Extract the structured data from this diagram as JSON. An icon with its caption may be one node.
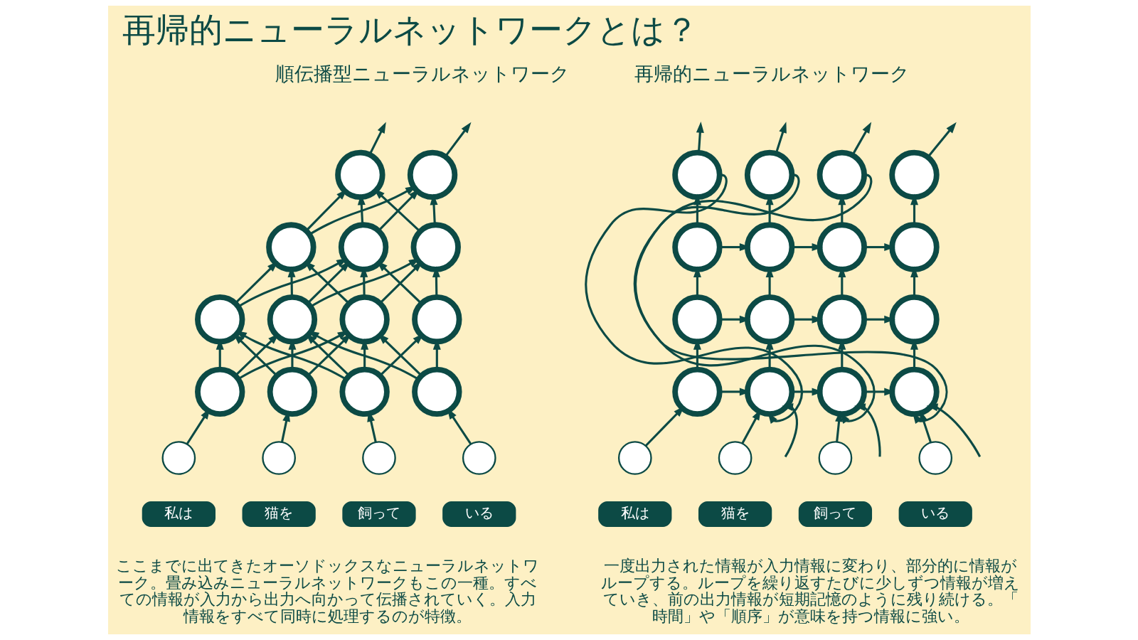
{
  "diagram": {
    "title": "再帰的ニューラルネットワークとは？",
    "nodes": [
      {
        "text": [],
        "shape": "circle"
      },
      {
        "text": [],
        "shape": "circle"
      },
      {
        "text": [],
        "shape": "circle"
      },
      {
        "text": [],
        "shape": "circle"
      },
      {
        "text": [],
        "shape": "circle"
      },
      {
        "text": [],
        "shape": "circle"
      },
      {
        "text": [],
        "shape": "circle"
      },
      {
        "text": [],
        "shape": "circle"
      },
      {
        "text": [],
        "shape": "circle"
      },
      {
        "text": [],
        "shape": "circle"
      },
      {
        "text": [],
        "shape": "circle"
      },
      {
        "text": [],
        "shape": "circle"
      },
      {
        "text": [],
        "shape": "circle"
      },
      {
        "text": [],
        "shape": "circle"
      },
      {
        "text": [],
        "shape": "circle"
      },
      {
        "text": [],
        "shape": "circle"
      },
      {
        "text": [],
        "shape": "circle"
      },
      {
        "text": [
          "私は"
        ]
      },
      {
        "text": [
          "猫を"
        ]
      },
      {
        "text": [
          "飼って"
        ]
      },
      {
        "text": [
          "いる"
        ]
      },
      {
        "text": [],
        "shape": "circle"
      },
      {
        "text": [],
        "shape": "circle"
      },
      {
        "text": [],
        "shape": "circle"
      },
      {
        "text": [],
        "shape": "circle"
      },
      {
        "text": [],
        "shape": "circle"
      },
      {
        "text": [],
        "shape": "circle"
      },
      {
        "text": [],
        "shape": "circle"
      },
      {
        "text": [],
        "shape": "circle"
      },
      {
        "text": [],
        "shape": "circle"
      },
      {
        "text": [],
        "shape": "circle"
      },
      {
        "text": [],
        "shape": "circle"
      },
      {
        "text": [],
        "shape": "circle"
      },
      {
        "text": [],
        "shape": "circle"
      },
      {
        "text": [],
        "shape": "circle"
      },
      {
        "text": [],
        "shape": "circle"
      },
      {
        "text": [],
        "shape": "circle"
      },
      {
        "text": [],
        "shape": "circle"
      },
      {
        "text": [],
        "shape": "circle"
      },
      {
        "text": [],
        "shape": "circle"
      },
      {
        "text": [],
        "shape": "circle"
      },
      {
        "text": [
          "私は"
        ]
      },
      {
        "text": [
          "猫を"
        ]
      },
      {
        "text": [
          "飼って"
        ]
      },
      {
        "text": [
          "いる"
        ]
      }
    ],
    "edges": [
      {
        "from": 0,
        "to": null,
        "arrow": "to"
      },
      {
        "from": 1,
        "to": null,
        "arrow": "to"
      },
      {
        "from": 2,
        "to": 0,
        "arrow": "to"
      },
      {
        "from": 2,
        "to": 1,
        "arrow": "to"
      },
      {
        "from": 3,
        "to": 0,
        "arrow": "to"
      },
      {
        "from": 3,
        "to": 1,
        "arrow": "to"
      },
      {
        "from": 4,
        "to": 0,
        "arrow": "to"
      },
      {
        "from": 4,
        "to": 1,
        "arrow": "to"
      },
      {
        "from": 5,
        "to": 2,
        "arrow": "to"
      },
      {
        "from": 5,
        "to": 3,
        "arrow": "to"
      },
      {
        "from": 6,
        "to": 2,
        "arrow": "to"
      },
      {
        "from": 6,
        "to": 3,
        "arrow": "to"
      },
      {
        "from": 6,
        "to": 4,
        "arrow": "to"
      },
      {
        "from": 7,
        "to": 2,
        "arrow": "to"
      },
      {
        "from": 7,
        "to": 3,
        "arrow": "to"
      },
      {
        "from": 7,
        "to": 4,
        "arrow": "to"
      },
      {
        "from": 8,
        "to": 3,
        "arrow": "to"
      },
      {
        "from": 8,
        "to": 4,
        "arrow": "to"
      },
      {
        "from": 9,
        "to": 5,
        "arrow": "to"
      },
      {
        "from": 9,
        "to": 6,
        "arrow": "to"
      },
      {
        "from": 9,
        "to": 7,
        "arrow": "to"
      },
      {
        "from": 10,
        "to": 5,
        "arrow": "to"
      },
      {
        "from": 10,
        "to": 6,
        "arrow": "to"
      },
      {
        "from": 10,
        "to": 7,
        "arrow": "to"
      },
      {
        "from": 11,
        "to": 5,
        "arrow": "to"
      },
      {
        "from": 11,
        "to": 6,
        "arrow": "to"
      },
      {
        "from": 11,
        "to": 7,
        "arrow": "to"
      },
      {
        "from": 11,
        "to": 8,
        "arrow": "to"
      },
      {
        "from": 12,
        "to": 6,
        "arrow": "to"
      },
      {
        "from": 12,
        "to": 7,
        "arrow": "to"
      },
      {
        "from": 12,
        "to": 8,
        "arrow": "to"
      },
      {
        "from": 13,
        "to": 9,
        "arrow": "to"
      },
      {
        "from": 14,
        "to": 10,
        "arrow": "to"
      },
      {
        "from": 15,
        "to": 11,
        "arrow": "to"
      },
      {
        "from": 16,
        "to": 12,
        "arrow": "to"
      },
      {
        "from": 21,
        "to": null,
        "arrow": "to"
      },
      {
        "from": 22,
        "to": null,
        "arrow": "to"
      },
      {
        "from": 23,
        "to": null,
        "arrow": "to"
      },
      {
        "from": 24,
        "to": null,
        "arrow": "to"
      },
      {
        "from": 25,
        "to": 21,
        "arrow": "to"
      },
      {
        "from": 26,
        "to": 22,
        "arrow": "to"
      },
      {
        "from": 27,
        "to": 23,
        "arrow": "to"
      },
      {
        "from": 28,
        "to": 24,
        "arrow": "to"
      },
      {
        "from": 25,
        "to": 26,
        "arrow": "to"
      },
      {
        "from": 26,
        "to": 27,
        "arrow": "to"
      },
      {
        "from": 27,
        "to": 28,
        "arrow": "to"
      },
      {
        "from": 29,
        "to": 25,
        "arrow": "to"
      },
      {
        "from": 30,
        "to": 26,
        "arrow": "to"
      },
      {
        "from": 31,
        "to": 27,
        "arrow": "to"
      },
      {
        "from": 32,
        "to": 28,
        "arrow": "to"
      },
      {
        "from": 29,
        "to": 30,
        "arrow": "to"
      },
      {
        "from": 30,
        "to": 31,
        "arrow": "to"
      },
      {
        "from": 31,
        "to": 32,
        "arrow": "to"
      },
      {
        "from": 33,
        "to": 29,
        "arrow": "to"
      },
      {
        "from": 34,
        "to": 30,
        "arrow": "to"
      },
      {
        "from": 35,
        "to": 31,
        "arrow": "to"
      },
      {
        "from": 36,
        "to": 32,
        "arrow": "to"
      },
      {
        "from": 33,
        "to": 34,
        "arrow": "to"
      },
      {
        "from": 34,
        "to": 35,
        "arrow": "to"
      },
      {
        "from": 35,
        "to": 36,
        "arrow": "to"
      },
      {
        "from": 21,
        "to": 34,
        "arrow": "to"
      },
      {
        "from": 22,
        "to": 35,
        "arrow": "to"
      },
      {
        "from": 23,
        "to": 36,
        "arrow": "to"
      },
      {
        "from": null,
        "to": 34,
        "arrow": "to"
      },
      {
        "from": null,
        "to": 35,
        "arrow": "to"
      },
      {
        "from": null,
        "to": 36,
        "arrow": "to"
      },
      {
        "from": 37,
        "to": 33,
        "arrow": "to"
      },
      {
        "from": 38,
        "to": 34,
        "arrow": "to"
      },
      {
        "from": 39,
        "to": 35,
        "arrow": "to"
      },
      {
        "from": 40,
        "to": 36,
        "arrow": "to"
      }
    ],
    "labels": [
      "順伝播型ニューラルネットワーク",
      "再帰的ニューラルネットワーク",
      "ここまでに出てきたオーソドックスなニューラルネットワーク。畳み込みニューラルネットワークもこの一種。すべての情報が入力から出力へ向かって伝播されていく。入力情報をすべて同時に処理するのが特徴。",
      "一度出力された情報が入力情報に変わり、部分的に情報がループする。ループを繰り返すたびに少しずつ情報が増えていき、前の出力情報が短期記憶のように残り続ける。「時間」や「順序」が意味を持つ情報に強い。"
    ]
  }
}
